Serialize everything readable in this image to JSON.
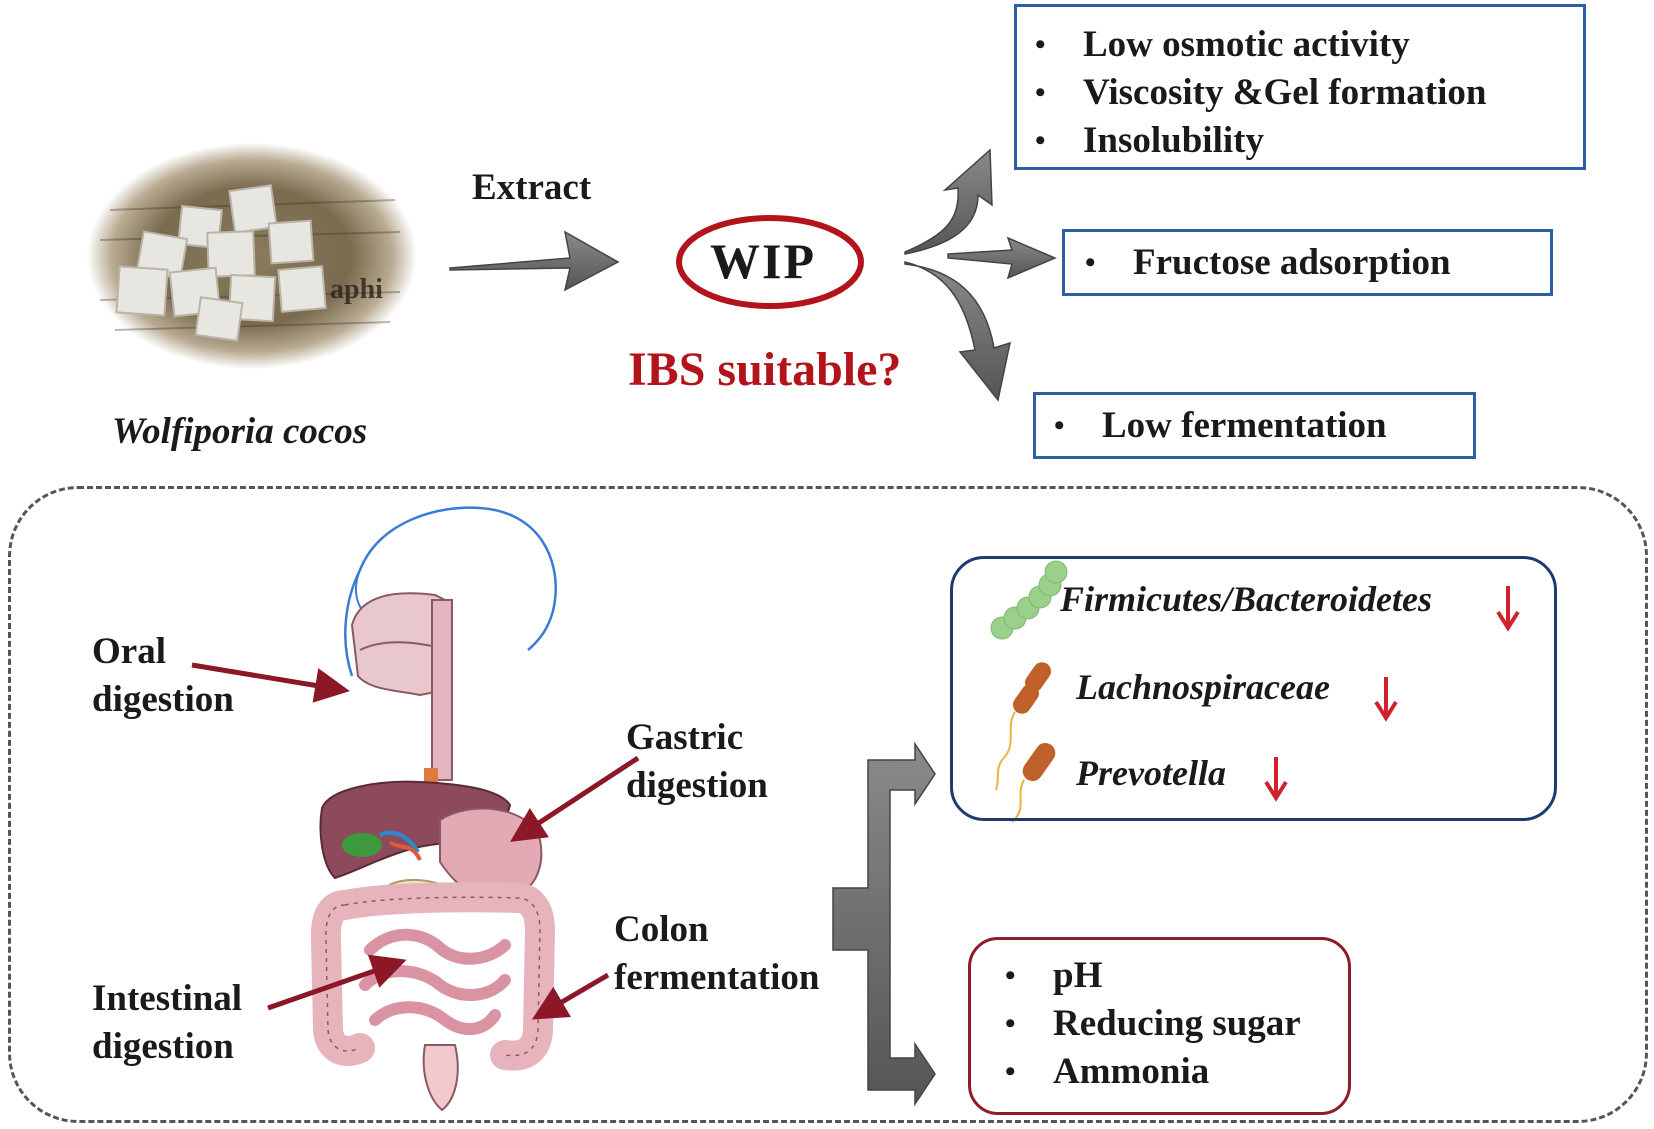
{
  "source_name": "Wolfiporia cocos",
  "process": {
    "extract_label": "Extract",
    "product": "WIP",
    "question": "IBS suitable?"
  },
  "properties": {
    "physical": [
      "Low osmotic activity",
      "Viscosity &Gel formation",
      "Insolubility"
    ],
    "adsorption": [
      "Fructose adsorption"
    ],
    "fermentation": [
      "Low fermentation"
    ]
  },
  "digestion_stages": {
    "oral": [
      "Oral",
      "digestion"
    ],
    "gastric": [
      "Gastric",
      "digestion"
    ],
    "intestinal": [
      "Intestinal",
      "digestion"
    ],
    "colon": [
      "Colon",
      "fermentation"
    ]
  },
  "microbiota": [
    {
      "name": "Firmicutes/Bacteroidetes",
      "trend": "↓"
    },
    {
      "name": "Lachnospiraceae",
      "trend": "↓"
    },
    {
      "name": "Prevotella",
      "trend": "↓"
    }
  ],
  "metabolites": [
    "pH",
    "Reducing sugar",
    "Ammonia"
  ],
  "bullet": "•",
  "colors": {
    "box_blue": "#2e5ea8",
    "box_navy": "#1f3a73",
    "box_red": "#8f1b28",
    "accent_red": "#b3141c",
    "arrow_gray": "#6b6b6b",
    "dark_red_arrow": "#8c1726",
    "trend_red": "#d0212e"
  },
  "icons": [
    "poria-cubes-photo",
    "digestive-system-illustration",
    "bacteria-icons"
  ]
}
